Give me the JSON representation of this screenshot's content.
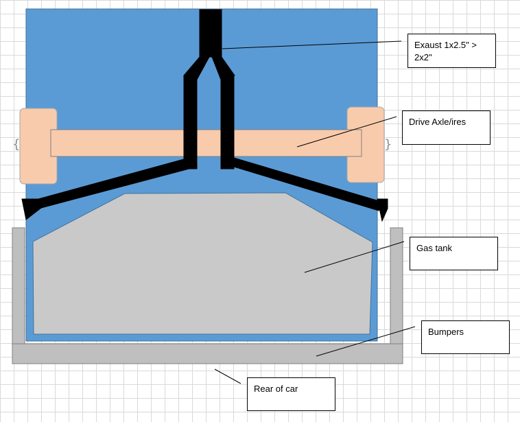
{
  "colors": {
    "body": "#5b9bd5",
    "body_border": "#41719c",
    "axle": "#f8cbad",
    "tire": "#f8cbad",
    "exhaust": "#000000",
    "tank": "#c9c9c9",
    "bumper": "#bfbfbf",
    "grid": "#d9d9d9"
  },
  "labels": {
    "exhaust": "Exaust 1x2.5\" > 2x2\"",
    "axle": "Drive Axle/ires",
    "gas_tank": "Gas tank",
    "bumpers": "Bumpers",
    "rear": "Rear of car"
  },
  "icons": {
    "left_tire": "tire-icon",
    "right_tire": "tire-icon"
  }
}
